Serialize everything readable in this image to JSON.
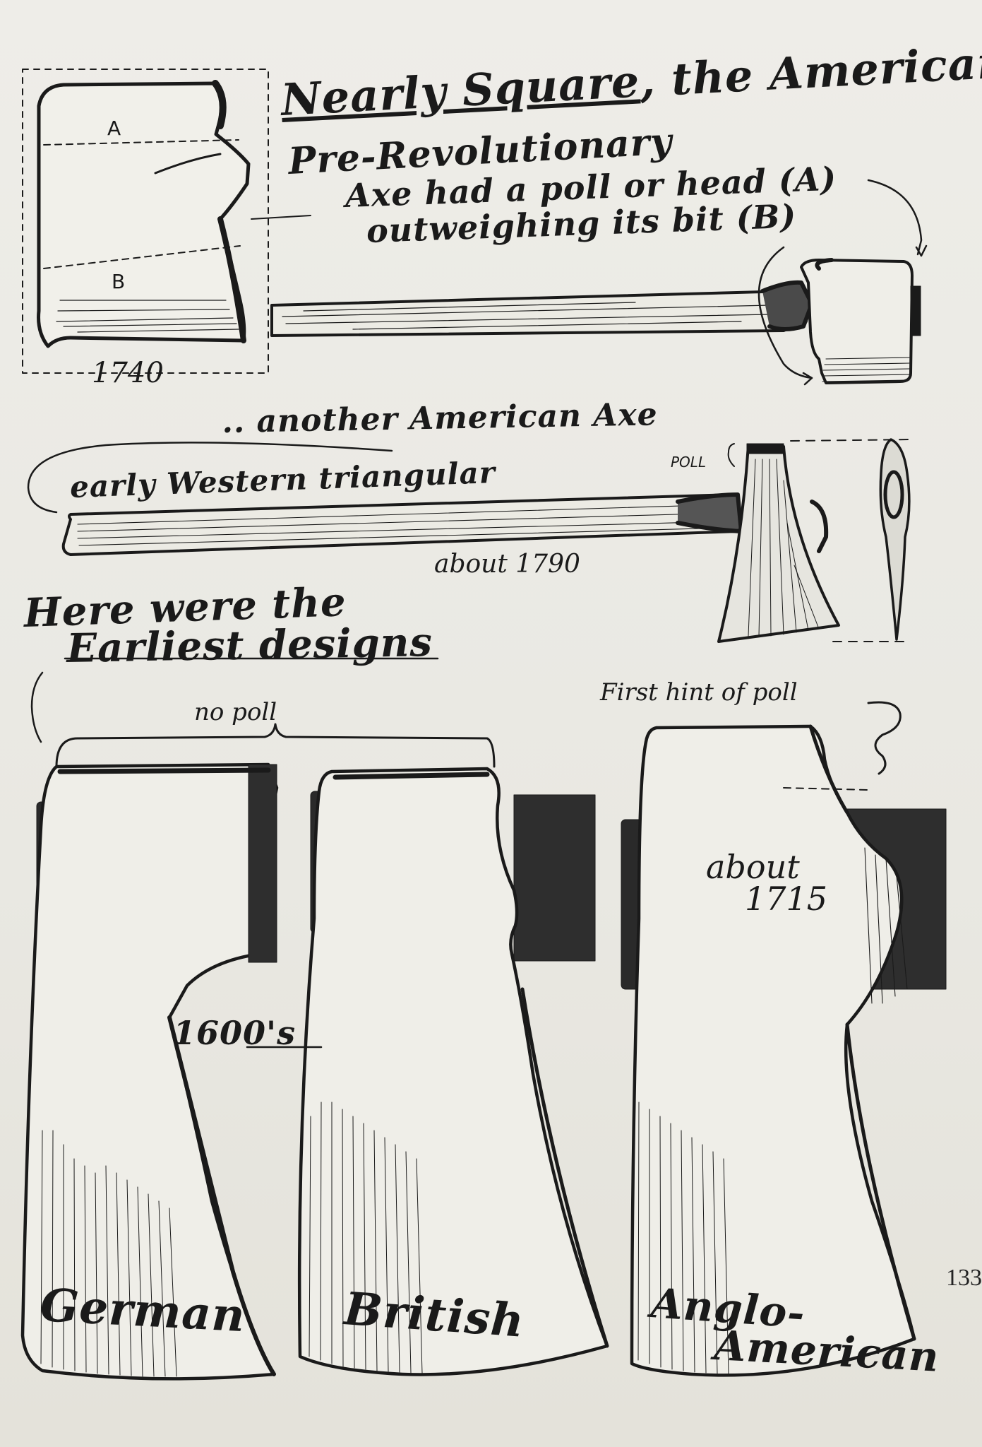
{
  "top_section": {
    "heading_part1": "Nearly Square",
    "heading_part2": ", the American made",
    "line2": "Pre-Revolutionary",
    "line3": "Axe had a poll or head (A)",
    "line4": "outweighing its bit (B)",
    "label_a": "A",
    "label_b": "B",
    "year": "1740"
  },
  "middle_section": {
    "title": ".. another American Axe",
    "subtitle": "early Western triangular",
    "poll_label": "POLL",
    "year": "about 1790"
  },
  "bottom_section": {
    "heading_line1": "Here were the",
    "heading_line2": "Earliest designs",
    "no_poll": "no poll",
    "first_hint": "First hint of poll",
    "axes": [
      {
        "name": "German",
        "date": "1600's"
      },
      {
        "name": "British",
        "date": ""
      },
      {
        "name": "Anglo-",
        "name2": "American",
        "date": "about",
        "date2": "1715"
      }
    ]
  },
  "page_number": "133"
}
